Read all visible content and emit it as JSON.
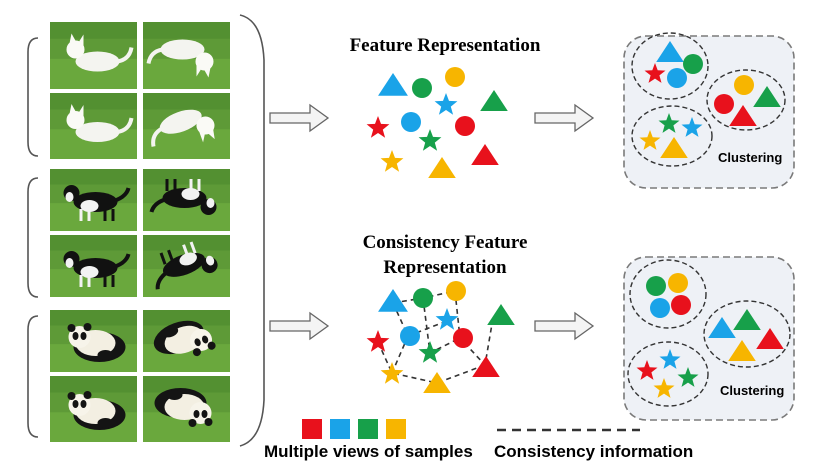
{
  "titles": {
    "top": "Feature Representation",
    "bottom_line1": "Consistency  Feature",
    "bottom_line2": "Representation"
  },
  "cluster_labels": {
    "top": "Clustering",
    "bottom": "Clustering"
  },
  "legend": {
    "views_label": "Multiple views of samples",
    "consistency_label": "Consistency information"
  },
  "colors": {
    "red": "#e8111c",
    "blue": "#1aa3e8",
    "green": "#17a04a",
    "yellow": "#f7b500",
    "grass": "#5e9a37",
    "panel": "#eef1f6",
    "panel_border": "#7a7a7a"
  },
  "sample_groups": [
    {
      "subject": "white cat",
      "views": [
        "original",
        "flipped",
        "original",
        "rotated"
      ]
    },
    {
      "subject": "border collie dog",
      "views": [
        "original",
        "flipped",
        "original",
        "rotated"
      ]
    },
    {
      "subject": "panda",
      "views": [
        "original",
        "rotated",
        "original",
        "rotated"
      ]
    }
  ]
}
